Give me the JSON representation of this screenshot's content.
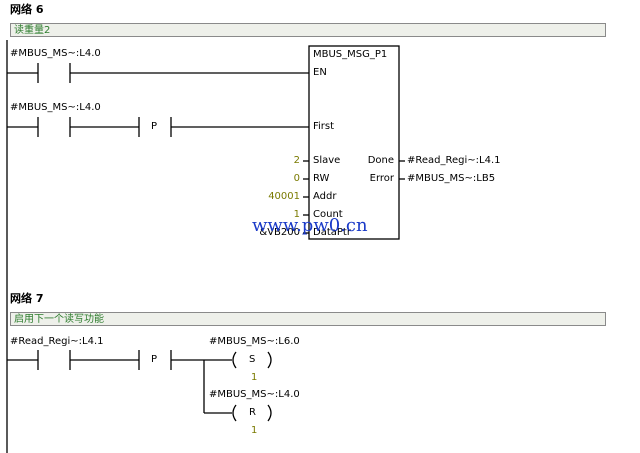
{
  "network6": {
    "title": "网络 6",
    "comment": "读重量2",
    "contact1": {
      "label": "#MBUS_MS~:L4.0"
    },
    "contact2": {
      "label": "#MBUS_MS~:L4.0",
      "p_label": "P"
    },
    "block": {
      "name": "MBUS_MSG_P1",
      "en": "EN",
      "first": "First",
      "inputs": [
        {
          "pin": "Slave",
          "value": "2"
        },
        {
          "pin": "RW",
          "value": "0"
        },
        {
          "pin": "Addr",
          "value": "40001"
        },
        {
          "pin": "Count",
          "value": "1"
        },
        {
          "pin": "DataPtr",
          "value": "&VB200"
        }
      ],
      "outputs": [
        {
          "pin": "Done",
          "value": "#Read_Regi~:L4.1"
        },
        {
          "pin": "Error",
          "value": "#MBUS_MS~:LB5"
        }
      ]
    }
  },
  "watermark": "www.pw0.cn",
  "network7": {
    "title": "网络 7",
    "comment": "启用下一个读写功能",
    "contact": {
      "label": "#Read_Regi~:L4.1",
      "p_label": "P"
    },
    "coils": [
      {
        "label": "#MBUS_MS~:L6.0",
        "type": "S",
        "count": "1"
      },
      {
        "label": "#MBUS_MS~:L4.0",
        "type": "R",
        "count": "1"
      }
    ]
  },
  "colors": {
    "comment_text": "#2e7d2e",
    "constant": "#7a7a00",
    "watermark": "#1a3ac8"
  }
}
